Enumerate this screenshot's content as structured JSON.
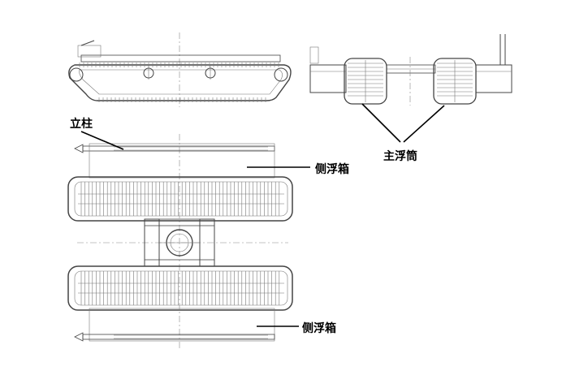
{
  "labels": {
    "column": "立柱",
    "main_pontoon": "主浮筒",
    "side_box_upper": "侧浮箱",
    "side_box_lower": "侧浮箱"
  },
  "colors": {
    "line": "#444444",
    "leader": "#000000",
    "background": "#ffffff"
  }
}
